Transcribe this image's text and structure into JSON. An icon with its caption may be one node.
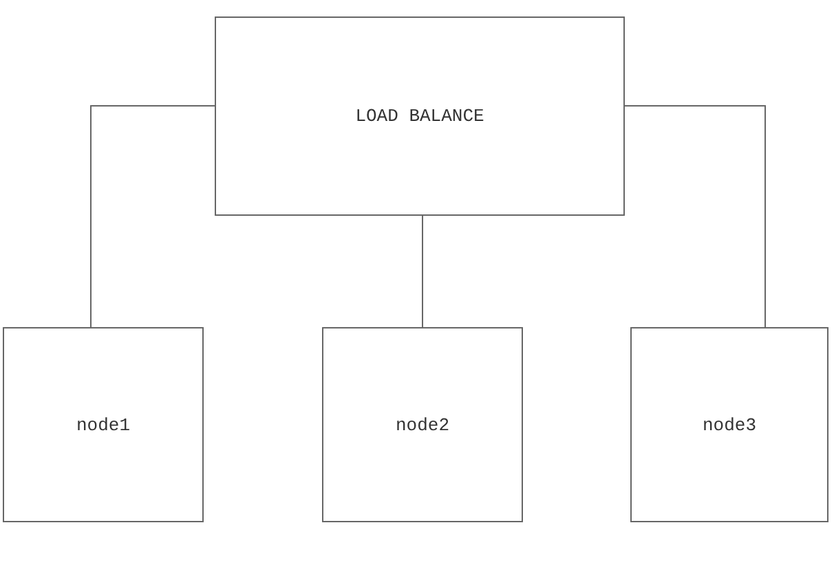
{
  "diagram": {
    "nodes": [
      {
        "text": [
          "LOAD BALANCE"
        ]
      },
      {
        "text": [
          "node1"
        ]
      },
      {
        "text": [
          "node2"
        ]
      },
      {
        "text": [
          "node3"
        ]
      }
    ],
    "edges": [
      {
        "from": 0,
        "to": 1,
        "arrow": "none"
      },
      {
        "from": 0,
        "to": 2,
        "arrow": "none"
      },
      {
        "from": 0,
        "to": 3,
        "arrow": "none"
      }
    ]
  }
}
